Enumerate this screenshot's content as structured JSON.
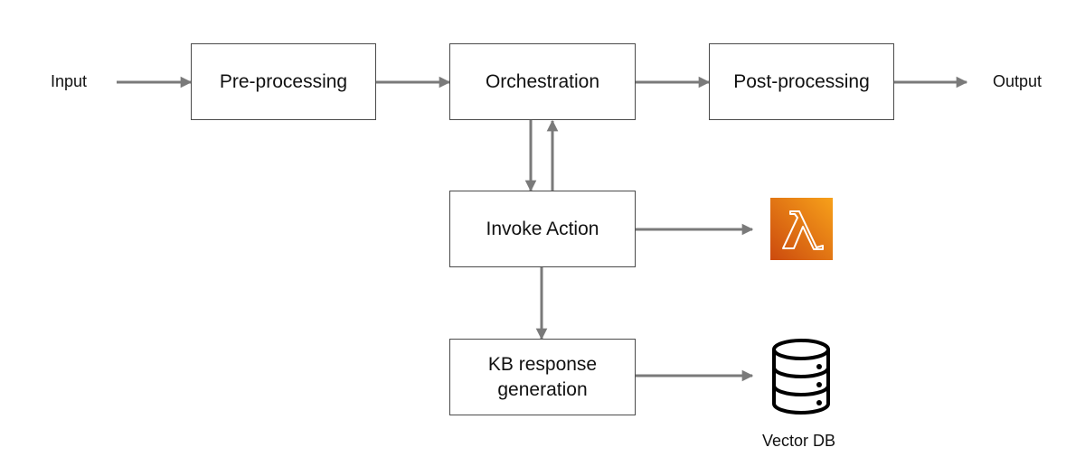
{
  "diagram": {
    "input_label": "Input",
    "output_label": "Output",
    "nodes": {
      "pre_processing": "Pre-processing",
      "orchestration": "Orchestration",
      "post_processing": "Post-processing",
      "invoke_action": "Invoke Action",
      "kb_response": "KB response generation"
    },
    "icons": {
      "lambda": "aws-lambda-icon",
      "vector_db": "database-icon"
    },
    "vector_db_label": "Vector DB",
    "colors": {
      "lambda_dark": "#cc4a0e",
      "lambda_light": "#f7a11a",
      "arrow": "#7a7a7a",
      "border": "#4a4a4a"
    }
  }
}
